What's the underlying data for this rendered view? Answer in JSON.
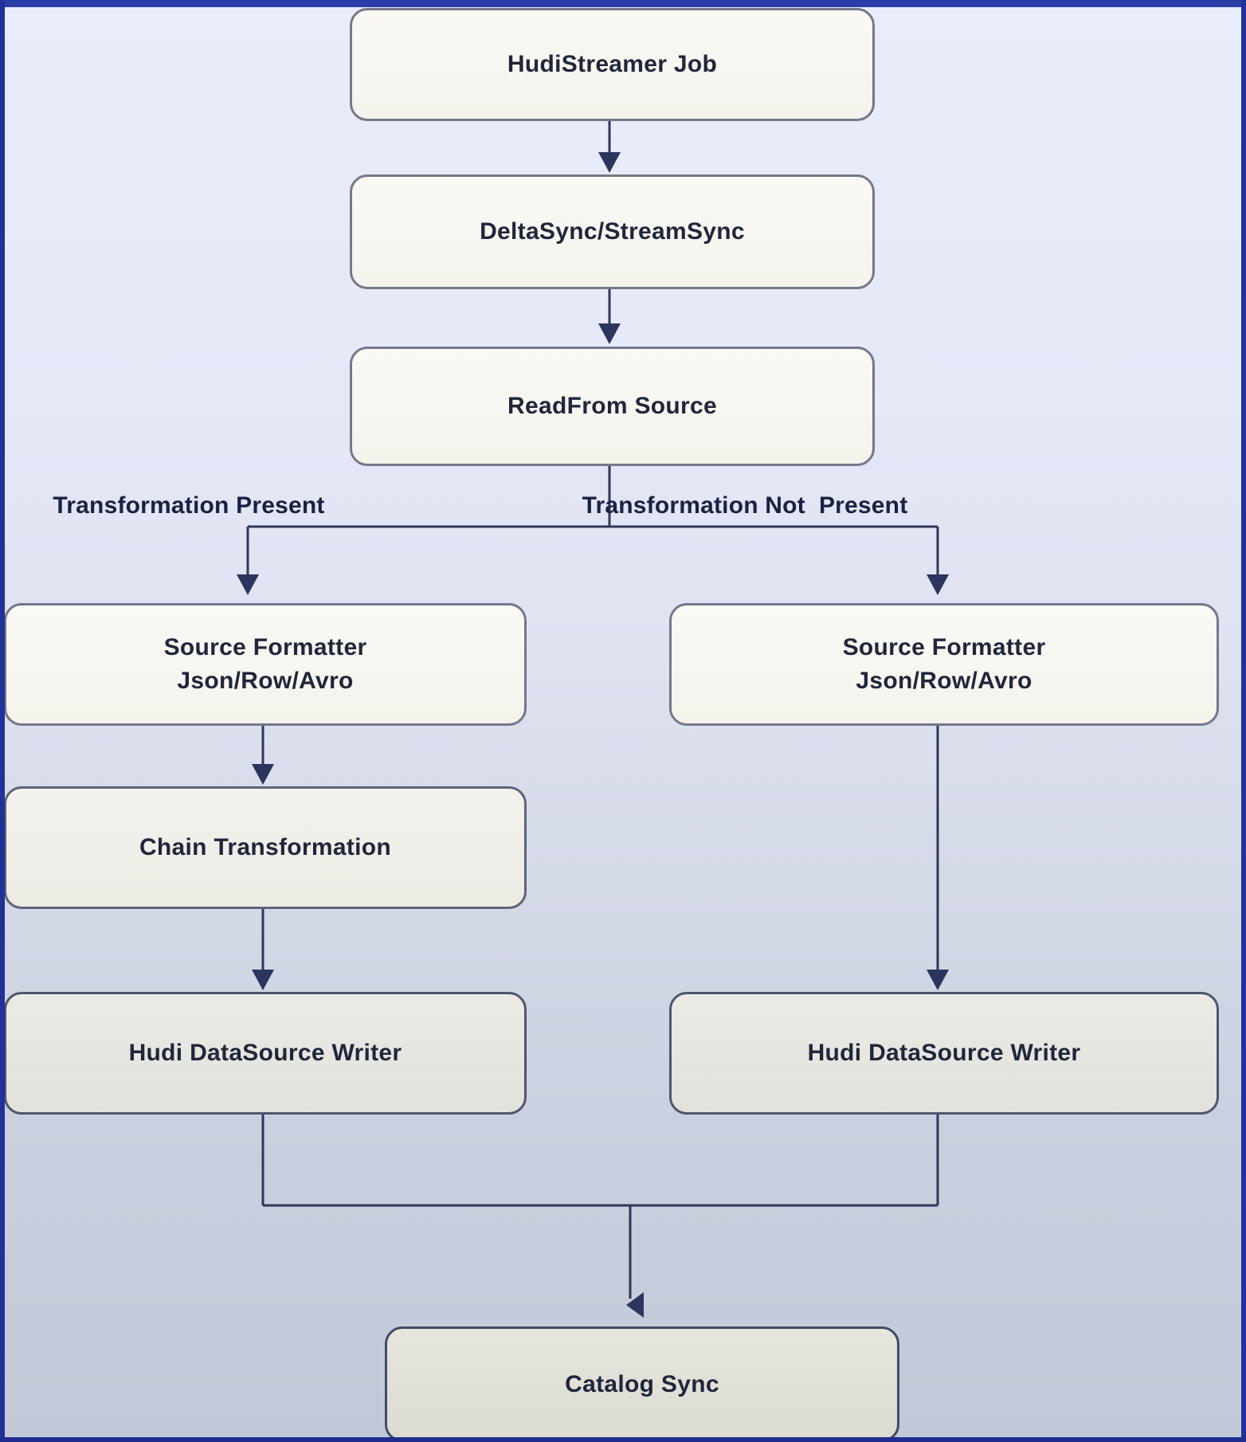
{
  "diagram": {
    "nodes": {
      "hudi_streamer_job": {
        "label": "HudiStreamer Job"
      },
      "delta_sync": {
        "label": "DeltaSync/StreamSync"
      },
      "read_from_source": {
        "label": "ReadFrom Source"
      },
      "source_formatter_left": {
        "label": "Source Formatter\nJson/Row/Avro"
      },
      "source_formatter_right": {
        "label": "Source Formatter\nJson/Row/Avro"
      },
      "chain_transformation": {
        "label": "Chain Transformation"
      },
      "hudi_datasource_writer_left": {
        "label": "Hudi DataSource Writer"
      },
      "hudi_datasource_writer_right": {
        "label": "Hudi DataSource Writer"
      },
      "catalog_sync": {
        "label": "Catalog Sync"
      }
    },
    "edge_labels": {
      "transformation_present": "Transformation Present",
      "transformation_not_present": "Transformation Not  Present"
    },
    "colors": {
      "frame_blue": "#2c3da6",
      "frame_blue_dark": "#1f2d8e",
      "connector_navy": "#2b355e",
      "node_fill_light": "#f8f7f1",
      "node_fill_dark": "#e5e5e0",
      "node_border_gray": "#6d7380",
      "text_dark": "#20263c",
      "background_top": "#e9edfb",
      "background_bottom": "#c2c8d7"
    }
  }
}
